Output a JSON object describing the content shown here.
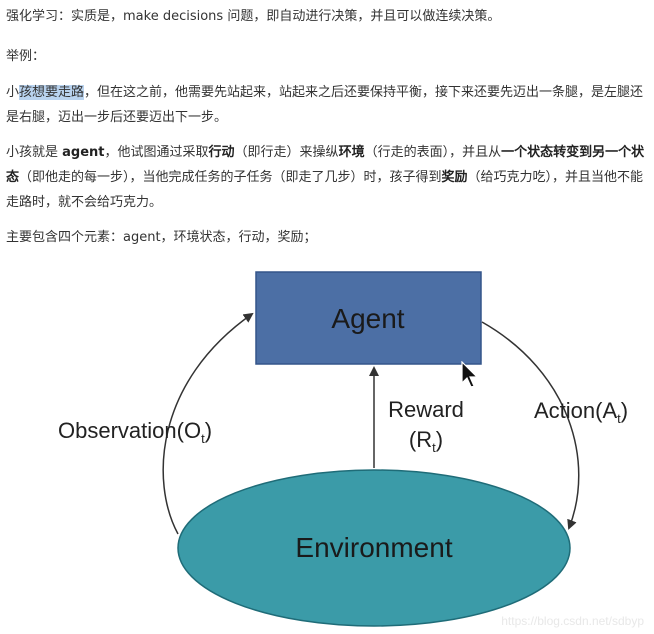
{
  "paragraphs": {
    "p1": "强化学习：实质是，make decisions 问题，即自动进行决策，并且可以做连续决策。",
    "p2": "举例：",
    "p3": {
      "a": "小",
      "b": "孩想要走路",
      "c": "，但在这之前，他需要先站起来，站起来之后还要保持平衡，接下来还要先迈出一条腿，是左腿还是右腿，迈出一步后还要迈出下一步。"
    },
    "p4": {
      "s1": "小孩就是 ",
      "agent": "agent",
      "s2": "，他试图通过采取",
      "action": "行动",
      "s3": "（即行走）来操纵",
      "env": "环境",
      "s4": "（行走的表面），并且从",
      "state1": "一个状态转变到另一个状态",
      "s5": "（即他走的每一步），当他完成任务的子任务（即走了几步）时，孩子得到",
      "reward": "奖励",
      "s6": "（给巧克力吃），并且当他不能走路时，就不会给巧克力。"
    },
    "p5": "主要包含四个元素：agent，环境状态，行动，奖励；"
  },
  "diagram": {
    "agent": "Agent",
    "environment": "Environment",
    "reward_line1": "Reward",
    "reward_line2_open": "(R",
    "reward_sub": "t",
    "reward_line2_close": ")",
    "obs_text": "Observation(O",
    "obs_sub": "t",
    "obs_close": ")",
    "action_text": "Action(A",
    "action_sub": "t",
    "action_close": ")",
    "colors": {
      "agent_fill": "#4c6fa5",
      "agent_stroke": "#34558a",
      "env_fill": "#3b9ba8",
      "env_stroke": "#1f6c78"
    }
  },
  "watermark": "https://blog.csdn.net/sdbyp"
}
